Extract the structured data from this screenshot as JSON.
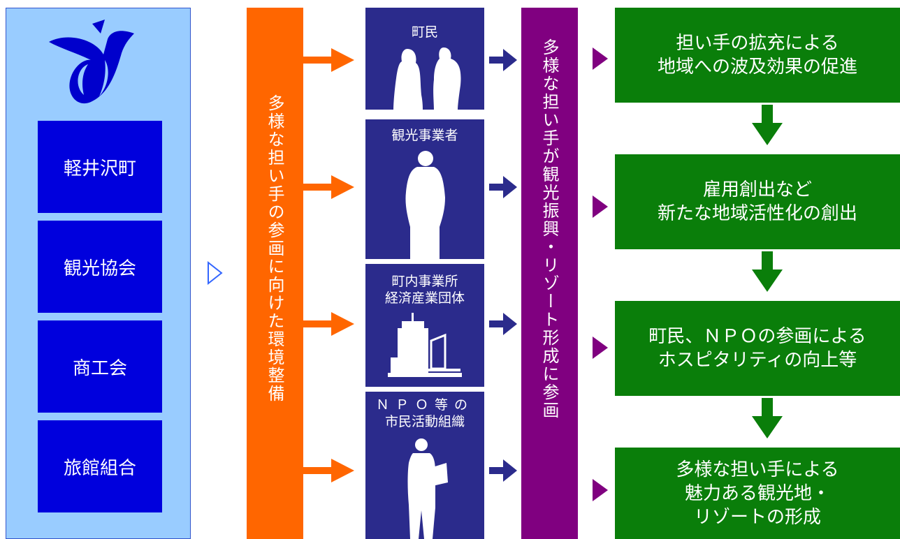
{
  "organizations": [
    "軽井沢町",
    "観光協会",
    "商工会",
    "旅館組合"
  ],
  "env_column": {
    "text": "多様な担い手の参画に向けた環境整備"
  },
  "actors": [
    {
      "lines": [
        "町民"
      ]
    },
    {
      "lines": [
        "観光事業者"
      ]
    },
    {
      "lines": [
        "町内事業所",
        "経済産業団体"
      ]
    },
    {
      "lines": [
        "ＮＰＯ等の",
        "市民活動組織"
      ]
    }
  ],
  "participation_column": {
    "text": "多様な担い手が観光振興・リゾート形成に参画"
  },
  "results": [
    {
      "lines": [
        "担い手の拡充による",
        "地域への波及効果の促進"
      ]
    },
    {
      "lines": [
        "雇用創出など",
        "新たな地域活性化の創出"
      ]
    },
    {
      "lines": [
        "町民、ＮＰＯの参画による",
        "ホスピタリティの向上等"
      ]
    },
    {
      "lines": [
        "多様な担い手による",
        "魅力ある観光地・",
        "リゾートの形成"
      ]
    }
  ],
  "icons": [
    "town-emblem-icon",
    "couple-silhouette-icon",
    "woman-silhouette-icon",
    "building-icon",
    "man-reading-silhouette-icon",
    "triangle-arrow-icon",
    "arrow-right-icon",
    "arrow-down-icon"
  ],
  "colors": {
    "left_panel": "#99ccff",
    "org_box": "#0000dd",
    "env_column": "#ff6600",
    "actor_box": "#2b2b8c",
    "participation_column": "#800080",
    "result_box": "#0a7e0a",
    "emblem": "#0000cc"
  }
}
